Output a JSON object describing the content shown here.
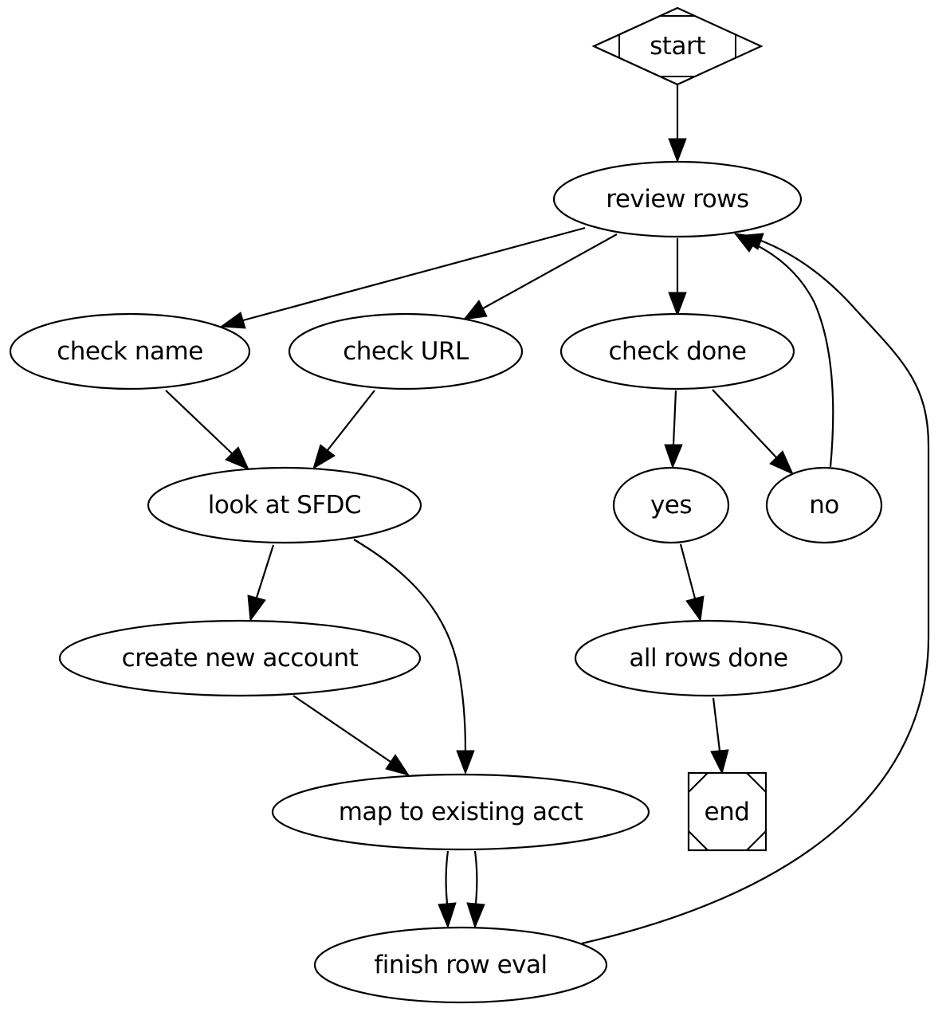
{
  "nodes": {
    "start": {
      "label": "start",
      "shape": "Mdiamond"
    },
    "review_rows": {
      "label": "review rows",
      "shape": "ellipse"
    },
    "check_name": {
      "label": "check name",
      "shape": "ellipse"
    },
    "check_url": {
      "label": "check URL",
      "shape": "ellipse"
    },
    "check_done": {
      "label": "check done",
      "shape": "ellipse"
    },
    "look_at_sfdc": {
      "label": "look at SFDC",
      "shape": "ellipse"
    },
    "yes": {
      "label": "yes",
      "shape": "ellipse"
    },
    "no": {
      "label": "no",
      "shape": "ellipse"
    },
    "create_new_account": {
      "label": "create new account",
      "shape": "ellipse"
    },
    "all_rows_done": {
      "label": "all rows done",
      "shape": "ellipse"
    },
    "map_to_existing_acct": {
      "label": "map to existing acct",
      "shape": "ellipse"
    },
    "end": {
      "label": "end",
      "shape": "Msquare"
    },
    "finish_row_eval": {
      "label": "finish row eval",
      "shape": "ellipse"
    }
  },
  "edges": [
    {
      "from": "start",
      "to": "review_rows"
    },
    {
      "from": "review_rows",
      "to": "check_name"
    },
    {
      "from": "review_rows",
      "to": "check_url"
    },
    {
      "from": "review_rows",
      "to": "check_done"
    },
    {
      "from": "check_name",
      "to": "look_at_sfdc"
    },
    {
      "from": "check_url",
      "to": "look_at_sfdc"
    },
    {
      "from": "check_done",
      "to": "yes"
    },
    {
      "from": "check_done",
      "to": "no"
    },
    {
      "from": "no",
      "to": "review_rows"
    },
    {
      "from": "look_at_sfdc",
      "to": "create_new_account"
    },
    {
      "from": "look_at_sfdc",
      "to": "map_to_existing_acct"
    },
    {
      "from": "yes",
      "to": "all_rows_done"
    },
    {
      "from": "all_rows_done",
      "to": "end"
    },
    {
      "from": "create_new_account",
      "to": "map_to_existing_acct"
    },
    {
      "from": "map_to_existing_acct",
      "to": "finish_row_eval"
    },
    {
      "from": "map_to_existing_acct",
      "to": "finish_row_eval"
    },
    {
      "from": "finish_row_eval",
      "to": "review_rows"
    }
  ]
}
